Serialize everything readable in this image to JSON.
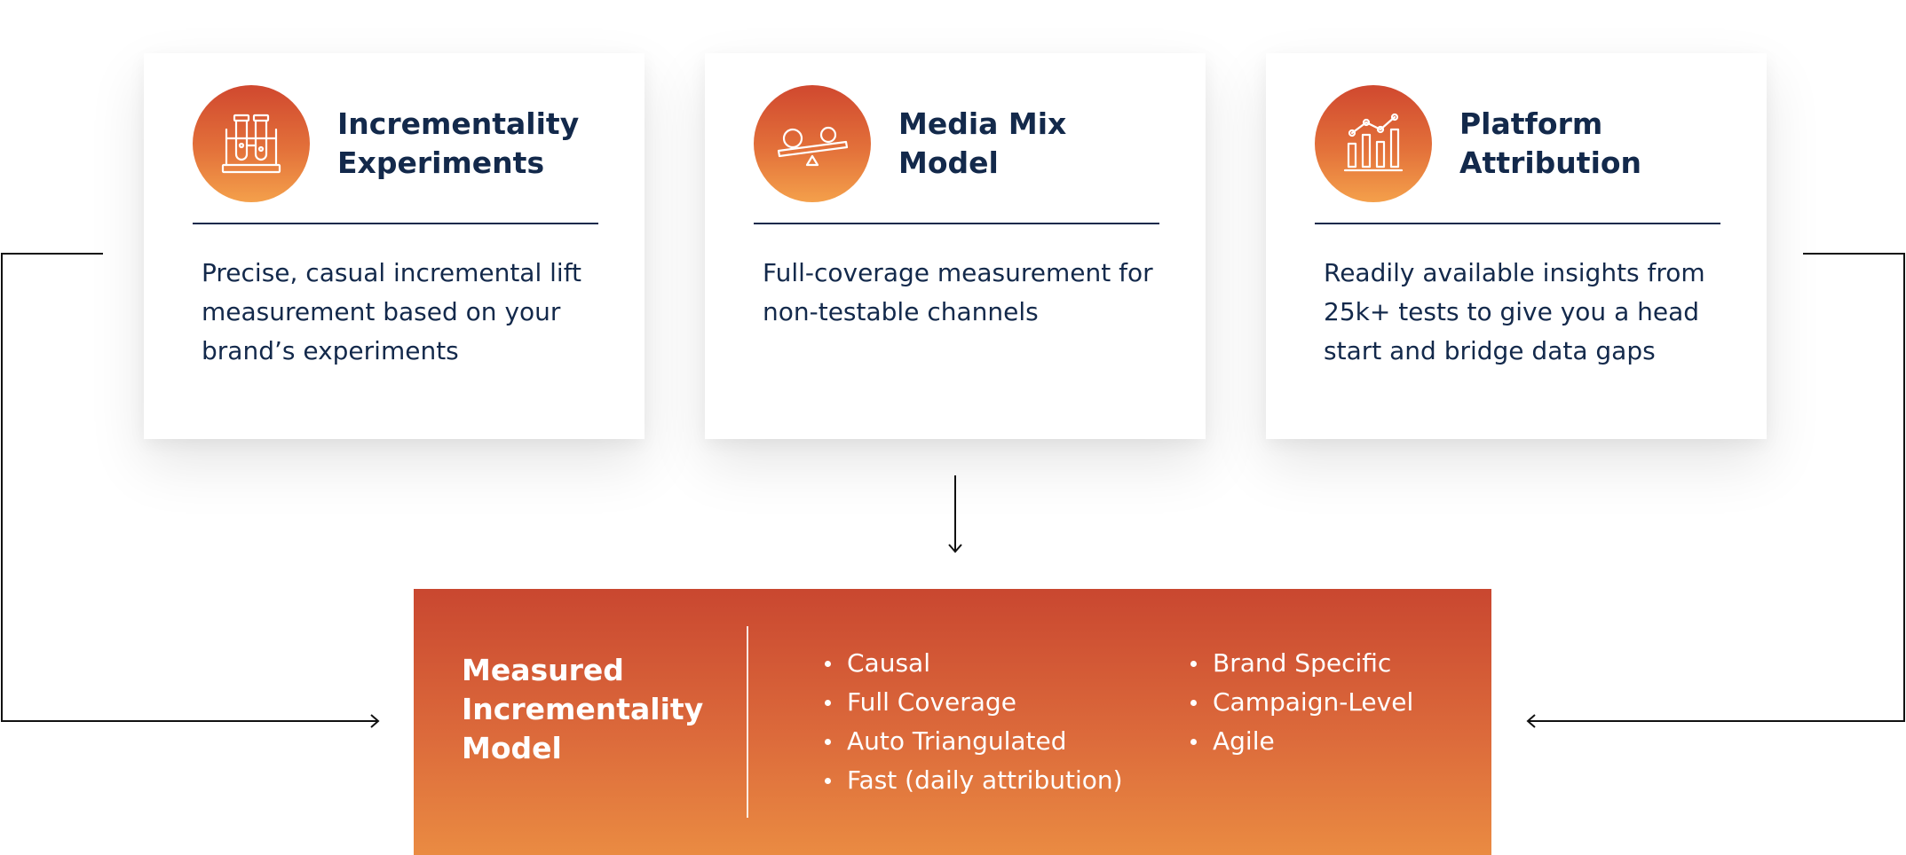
{
  "cards": [
    {
      "title": "Incrementality\nExperiments",
      "description": "Precise, casual incremental lift measurement based on your brand’s experiments",
      "icon": "test-tubes-icon"
    },
    {
      "title": "Media Mix Model",
      "description": "Full-coverage measurement for non-testable channels",
      "icon": "balance-scale-icon"
    },
    {
      "title": "Platform\nAttribution",
      "description": "Readily available insights from 25k+ tests to give you a head start and bridge data gaps",
      "icon": "bar-chart-icon"
    }
  ],
  "model": {
    "title": "Measured\nIncrementality\nModel",
    "features_col1": [
      "Causal",
      "Full Coverage",
      "Auto Triangulated",
      "Fast (daily attribution)"
    ],
    "features_col2": [
      "Brand Specific",
      "Campaign-Level",
      "Agile"
    ]
  },
  "colors": {
    "navy": "#13294b",
    "accent_top": "#c94730",
    "accent_bottom": "#ea8b42"
  }
}
